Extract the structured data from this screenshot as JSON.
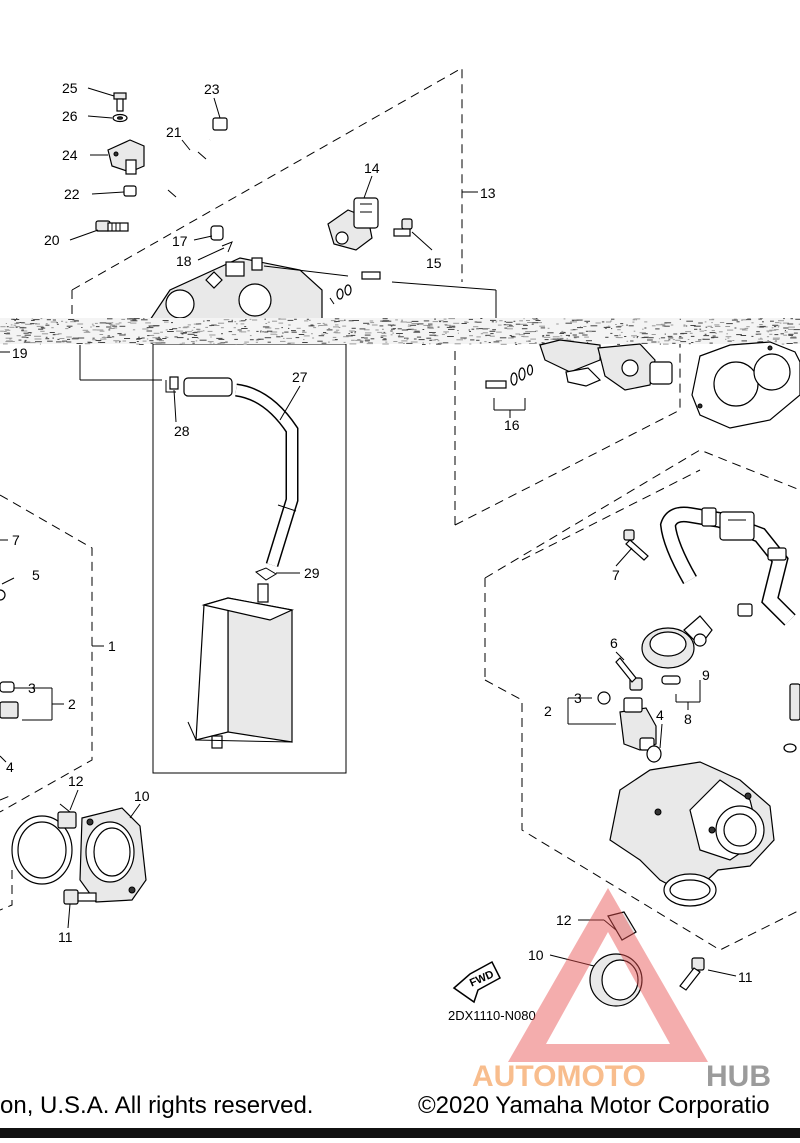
{
  "callouts": {
    "n1": "1",
    "n2": "2",
    "n3": "3",
    "n4": "4",
    "n5": "5",
    "n6": "6",
    "n7": "7",
    "n8": "8",
    "n9": "9",
    "n10": "10",
    "n11": "11",
    "n12": "12",
    "n13": "13",
    "n14": "14",
    "n15": "15",
    "n16": "16",
    "n17": "17",
    "n18": "18",
    "n19": "19",
    "n20": "20",
    "n21": "21",
    "n22": "22",
    "n23": "23",
    "n24": "24",
    "n25": "25",
    "n26": "26",
    "n27": "27",
    "n28": "28",
    "n29": "29"
  },
  "fwd_label": "FWD",
  "diagram_code": "2DX1110-N080",
  "footer": {
    "left": "on, U.S.A. All rights reserved.",
    "right": "©2020 Yamaha Motor Corporatio"
  },
  "watermark": {
    "brand_a": "AUTOMOTO",
    "brand_b": "HUB",
    "color_a": "#f7b27a",
    "color_b": "#8a8a8a",
    "triangle_color": "#e85050"
  }
}
